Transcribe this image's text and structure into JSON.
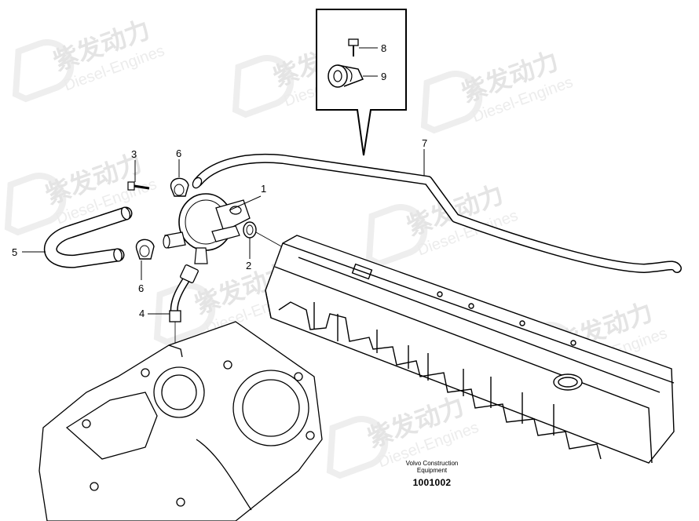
{
  "watermark": {
    "brand_cn": "紫发动力",
    "brand_en": "Diesel-Engines"
  },
  "callouts": {
    "c1": "1",
    "c2": "2",
    "c3": "3",
    "c4": "4",
    "c5": "5",
    "c6a": "6",
    "c6b": "6",
    "c7": "7",
    "c8": "8",
    "c9": "9"
  },
  "caption": {
    "line1": "Volvo Construction",
    "line2": "Equipment",
    "number": "1001002"
  }
}
